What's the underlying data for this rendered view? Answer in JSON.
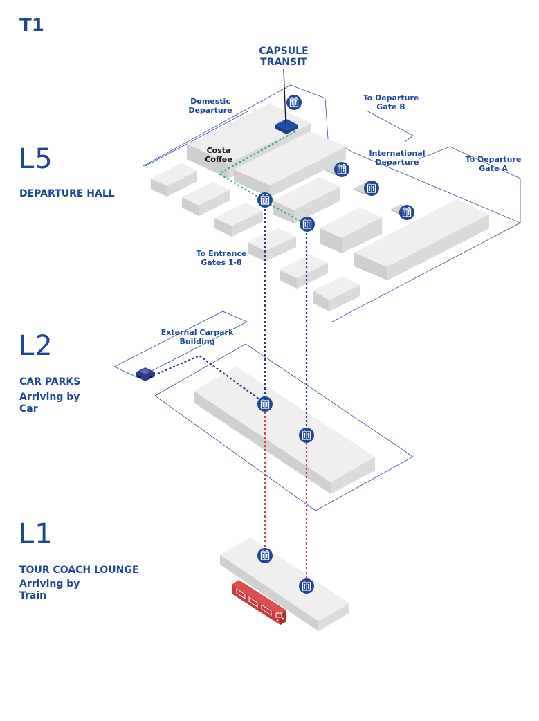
{
  "terminal": "T1",
  "capsule_label": "CAPSULE TRANSIT",
  "levels": [
    {
      "code": "L5",
      "name": "DEPARTURE HALL",
      "subtitle": ""
    },
    {
      "code": "L2",
      "name": "CAR PARKS",
      "subtitle": "Arriving by Car"
    },
    {
      "code": "L1",
      "name": "TOUR COACH LOUNGE",
      "subtitle": "Arriving by Train"
    }
  ],
  "labels": {
    "domestic": "Domestic Departure",
    "gate_b": "To Departure Gate B",
    "international": "International Departure",
    "gate_a": "To Departure Gate A",
    "costa": "Costa Coffee",
    "entrance": "To Entrance Gates 1-8",
    "carpark": "External Carpark Building"
  },
  "colors": {
    "brand_blue": "#1f4594",
    "route_green": "#2ea98a",
    "route_navy": "#2d3486",
    "route_red": "#d2413f",
    "bus_red": "#c83a3c",
    "building_light": "#ececec"
  },
  "icons": {
    "lift": "lift-icon",
    "car": "car-icon",
    "bus": "train-icon"
  }
}
